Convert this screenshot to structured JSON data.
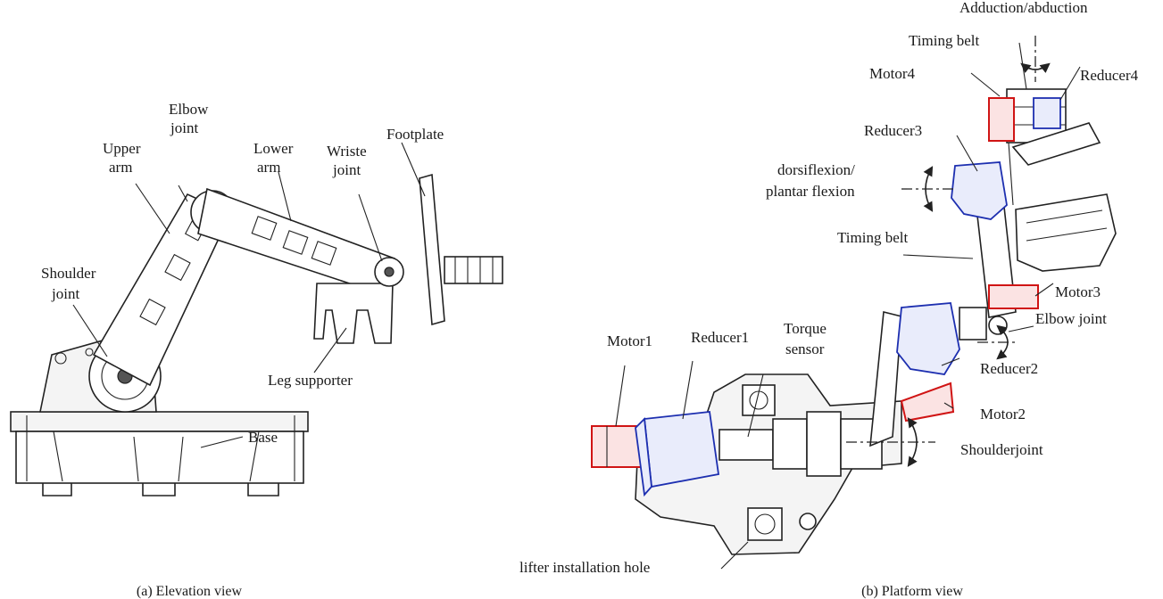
{
  "colors": {
    "motor": "#d01414",
    "reducer": "#1d2fb0",
    "line": "#222222"
  },
  "elevation_view": {
    "caption": "(a) Elevation view",
    "labels": {
      "elbow_joint_line1": "Elbow",
      "elbow_joint_line2": "joint",
      "upper_arm_line1": "Upper",
      "upper_arm_line2": "arm",
      "lower_arm_line1": "Lower",
      "lower_arm_line2": "arm",
      "wrist_joint_line1": "Wriste",
      "wrist_joint_line2": "joint",
      "footplate": "Footplate",
      "shoulder_joint_line1": "Shoulder",
      "shoulder_joint_line2": "joint",
      "leg_supporter": "Leg supporter",
      "base": "Base"
    }
  },
  "platform_view": {
    "caption": "(b) Platform view",
    "labels": {
      "adduction_abduction": "Adduction/abduction",
      "timing_belt_top": "Timing belt",
      "motor4": "Motor4",
      "reducer4": "Reducer4",
      "reducer3": "Reducer3",
      "dorsiflexion_line1": "dorsiflexion/",
      "dorsiflexion_line2": "plantar flexion",
      "timing_belt_mid": "Timing belt",
      "motor3": "Motor3",
      "elbow_joint": "Elbow joint",
      "motor1": "Motor1",
      "reducer1": "Reducer1",
      "torque_sensor_line1": "Torque",
      "torque_sensor_line2": "sensor",
      "reducer2": "Reducer2",
      "motor2": "Motor2",
      "shoulder_joint": "Shoulderjoint",
      "lifter_hole": "lifter installation hole"
    }
  }
}
